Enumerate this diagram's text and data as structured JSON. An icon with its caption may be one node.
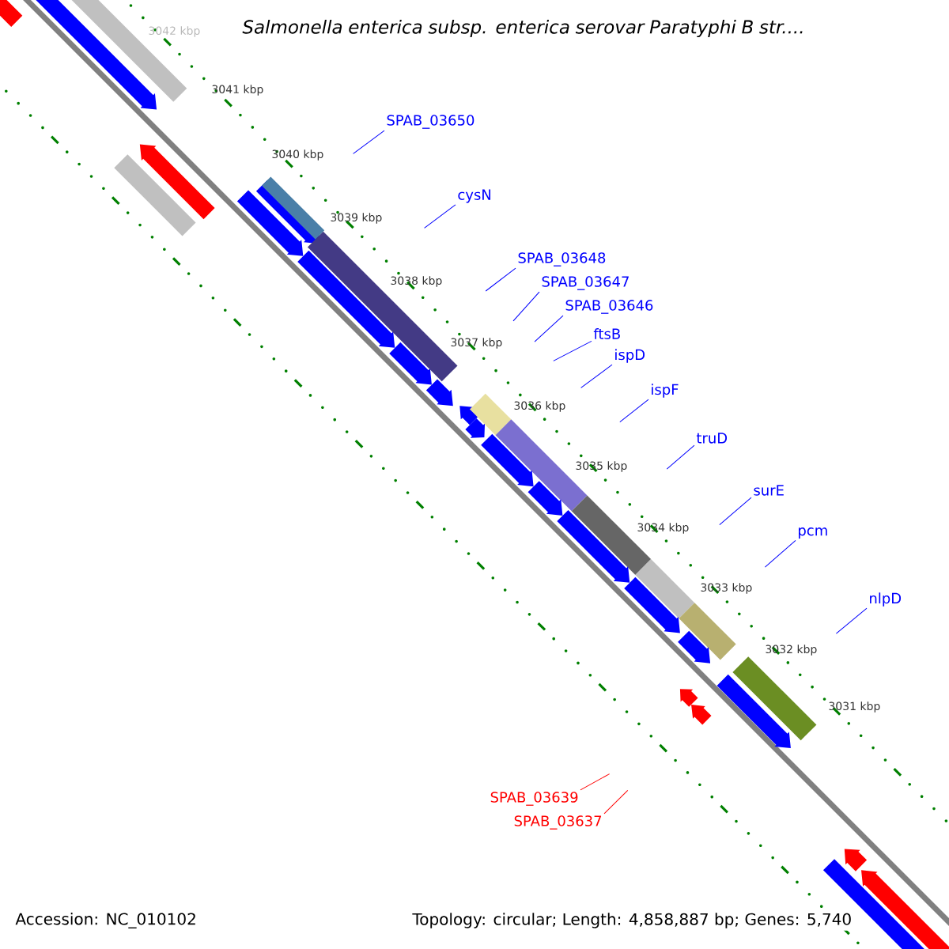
{
  "diagram": {
    "title": "Salmonella enterica subsp. enterica serovar Paratyphi B str....",
    "nodes": [
      {
        "text": [
          "SPAB_03650"
        ]
      },
      {
        "text": [
          "cysN"
        ]
      },
      {
        "text": [
          "SPAB_03648"
        ]
      },
      {
        "text": [
          "SPAB_03647"
        ]
      },
      {
        "text": [
          "SPAB_03646"
        ]
      },
      {
        "text": [
          "ftsB"
        ]
      },
      {
        "text": [
          "ispD"
        ]
      },
      {
        "text": [
          "ispF"
        ]
      },
      {
        "text": [
          "truD"
        ]
      },
      {
        "text": [
          "surE"
        ]
      },
      {
        "text": [
          "pcm"
        ]
      },
      {
        "text": [
          "nlpD"
        ]
      },
      {
        "text": [
          "SPAB_03639"
        ]
      },
      {
        "text": [
          "SPAB_03637"
        ]
      }
    ],
    "edges": [
      {
        "from": 0,
        "to": null,
        "arrow": "none"
      },
      {
        "from": 1,
        "to": null,
        "arrow": "none"
      },
      {
        "from": 2,
        "to": null,
        "arrow": "none"
      },
      {
        "from": 3,
        "to": null,
        "arrow": "none"
      },
      {
        "from": 4,
        "to": null,
        "arrow": "none"
      },
      {
        "from": 5,
        "to": null,
        "arrow": "none"
      },
      {
        "from": 6,
        "to": null,
        "arrow": "none"
      },
      {
        "from": 7,
        "to": null,
        "arrow": "none"
      },
      {
        "from": 8,
        "to": null,
        "arrow": "none"
      },
      {
        "from": 9,
        "to": null,
        "arrow": "none"
      },
      {
        "from": 10,
        "to": null,
        "arrow": "none"
      },
      {
        "from": 11,
        "to": null,
        "arrow": "none"
      },
      {
        "from": 12,
        "to": null,
        "arrow": "none",
        "color": "#ff0000"
      },
      {
        "from": 13,
        "to": null,
        "arrow": "none",
        "color": "#ff0000"
      }
    ],
    "labels": [
      "3042 kbp",
      "3041 kbp",
      "3040 kbp",
      "3039 kbp",
      "3038 kbp",
      "3037 kbp",
      "3036 kbp",
      "3035 kbp",
      "3034 kbp",
      "3033 kbp",
      "3032 kbp",
      "3031 kbp",
      "Accession: NC_010102",
      "Topology: circular; Length: 4,858,887 bp; Genes: 5,740"
    ]
  }
}
